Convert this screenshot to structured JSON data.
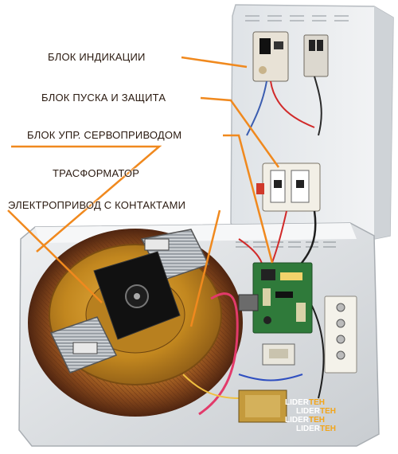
{
  "colors": {
    "label_text": "#2a1a10",
    "leader_line": "#f0891e",
    "watermark_accent": "#f2a51b"
  },
  "labels": {
    "indication": "БЛОК ИНДИКАЦИИ",
    "start_protection": "БЛОК ПУСКА И ЗАЩИТА",
    "servo_control": "БЛОК УПР. СЕРВОПРИВОДОМ",
    "transformer": "ТРАСФОРМАТОР",
    "electric_drive": "ЭЛЕКТРОПРИВОД С КОНТАКТАМИ"
  },
  "watermark": {
    "brand": "LIDER",
    "suffix": "TEH"
  }
}
